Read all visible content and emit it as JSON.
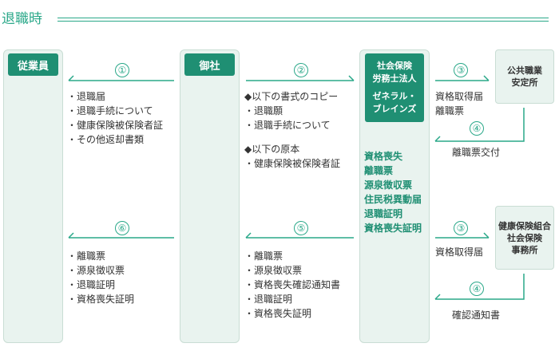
{
  "title": "退職時",
  "columns": {
    "employee": "従業員",
    "company": "御社",
    "firm": [
      "社会保険",
      "労務士法人",
      "ゼネラル・",
      "ブレインズ"
    ]
  },
  "offices": {
    "public_job": [
      "公共職業",
      "安定所"
    ],
    "health_union": [
      "健康保険組合",
      "社会保険",
      "事務所"
    ]
  },
  "steps": [
    "①",
    "②",
    "③",
    "④",
    "⑤",
    "⑥",
    "③",
    "④"
  ],
  "lists": {
    "step1": [
      "退職届",
      "退職手続について",
      "健康保険被保険者証",
      "その他返却書類"
    ],
    "step2_head": "◆以下の書式のコピー",
    "step2": [
      "退職願",
      "退職手続について"
    ],
    "step2b_head": "◆以下の原本",
    "step2b": [
      "健康保険被保険者証"
    ],
    "firm_docs": [
      "資格喪失",
      "離職票",
      "源泉徴収票",
      "住民税異動届",
      "退職証明",
      "資格喪失証明"
    ],
    "step3_top": [
      "資格取得届",
      "離職票"
    ],
    "step4_top": "離職票交付",
    "step3_bottom": "資格取得届",
    "step4_bottom": "確認通知書",
    "step5": [
      "離職票",
      "源泉徴収票",
      "資格喪失確認通知書",
      "退職証明",
      "資格喪失証明"
    ],
    "step6": [
      "離職票",
      "源泉徴収票",
      "退職証明",
      "資格喪失証明"
    ]
  },
  "colors": {
    "accent": "#1f8f73",
    "light": "#e9f3ef",
    "arrow": "#2aa889"
  }
}
